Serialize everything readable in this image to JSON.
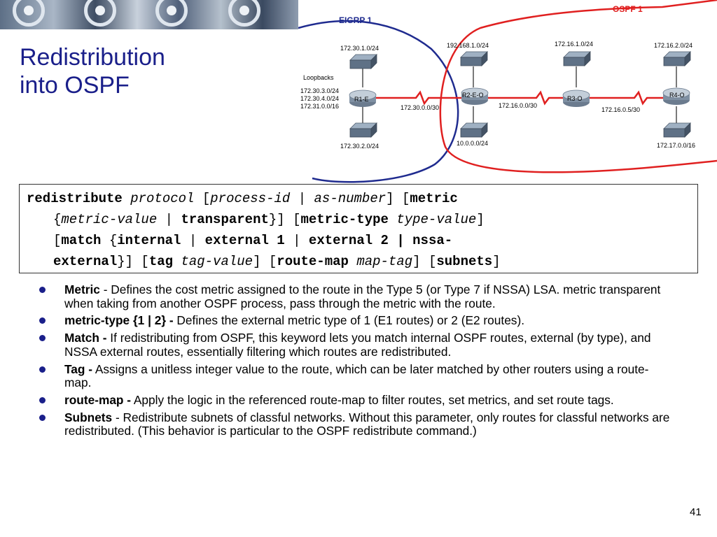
{
  "slide": {
    "title_line1": "Redistribution",
    "title_line2": "into OSPF",
    "page_number": "41"
  },
  "diagram": {
    "eigrp_label": "EIGRP 1",
    "ospf_label": "OSPF 1",
    "loopbacks_label": "Loopbacks",
    "loopback_addrs": [
      "172.30.3.0/24",
      "172.30.4.0/24",
      "172.31.0.0/16"
    ],
    "routers": [
      "R1-E",
      "R2-E-O",
      "R3-O",
      "R4-O"
    ],
    "networks": {
      "r1_top": "172.30.1.0/24",
      "r1_bottom": "172.30.2.0/24",
      "r1_r2": "172.30.0.0/30",
      "r2_top": "192.168.1.0/24",
      "r2_bottom": "10.0.0.0/24",
      "r2_r3": "172.16.0.0/30",
      "r3_top": "172.16.1.0/24",
      "r3_r4": "172.16.0.5/30",
      "r4_top": "172.16.2.0/24",
      "r4_bottom": "172.17.0.0/16"
    },
    "colors": {
      "eigrp": "#1f2b8f",
      "ospf": "#e02020",
      "link": "#e02020"
    }
  },
  "command": {
    "kw_redistribute": "redistribute",
    "arg_protocol": "protocol",
    "br1": "[",
    "arg_process_id": "process-id",
    "pipe1": "|",
    "arg_as_number": "as-number",
    "br2": "] [",
    "kw_metric": "metric",
    "br3": "{",
    "arg_metric_value": "metric-value",
    "pipe2": "|",
    "kw_transparent": "transparent",
    "br4": "}] [",
    "kw_metric_type": "metric-type",
    "arg_type_value": "type-value",
    "br5": "]",
    "br6": "[",
    "kw_match": "match",
    "br7": "{",
    "kw_internal": "internal",
    "pipe3": "|",
    "kw_external1": "external 1",
    "pipe4": "|",
    "kw_external2_nssa": "external 2 | nssa-",
    "kw_external": "external",
    "br8": "}] [",
    "kw_tag": "tag",
    "arg_tag_value": "tag-value",
    "br9": "] [",
    "kw_route_map": "route-map",
    "arg_map_tag": "map-tag",
    "br10": "] [",
    "kw_subnets": "subnets",
    "br11": "]"
  },
  "bullets": [
    {
      "term": "Metric",
      "text": " - Defines the cost metric assigned to the route in the Type 5 (or Type 7 if NSSA) LSA. metric transparent when taking from another OSPF process, pass through the metric with the route."
    },
    {
      "term": "metric-type {1 | 2} -",
      "text": " Defines the external metric type of 1 (E1 routes) or 2 (E2 routes)."
    },
    {
      "term": "Match -",
      "text": " If redistributing from OSPF, this keyword lets you match internal OSPF routes, external (by type), and NSSA external routes, essentially filtering which routes are redistributed."
    },
    {
      "term": "Tag -",
      "text": "  Assigns a unitless integer value to the route, which can be later matched by other routers using a route-map."
    },
    {
      "term": "route-map  -",
      "text": "  Apply the logic in the referenced route-map to filter routes, set metrics, and set route tags."
    },
    {
      "term": "Subnets",
      "text": " - Redistribute subnets of classful networks. Without this parameter, only routes for classful networks are redistributed. (This behavior is particular to the OSPF redistribute command.)"
    }
  ]
}
